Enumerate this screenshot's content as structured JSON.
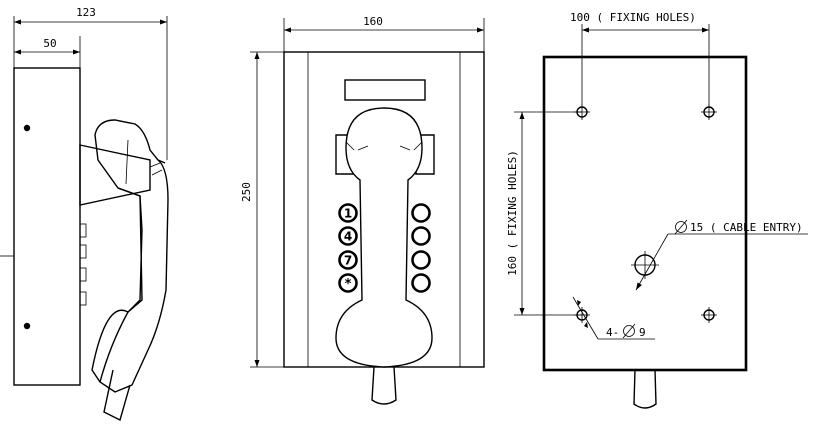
{
  "side_view": {
    "overall_depth": "123",
    "box_depth": "50"
  },
  "front_view": {
    "width": "160",
    "height": "250",
    "keys": [
      "1",
      "4",
      "7",
      "*"
    ]
  },
  "rear_view": {
    "horizontal_holes": "100 ( FIXING HOLES)",
    "vertical_holes": "160 ( FIXING HOLES)",
    "cable_entry": "15 ( CABLE ENTRY)",
    "holes_spec": "4-",
    "holes_dia": "9"
  },
  "colors": {
    "line": "#000000",
    "background": "#ffffff"
  }
}
